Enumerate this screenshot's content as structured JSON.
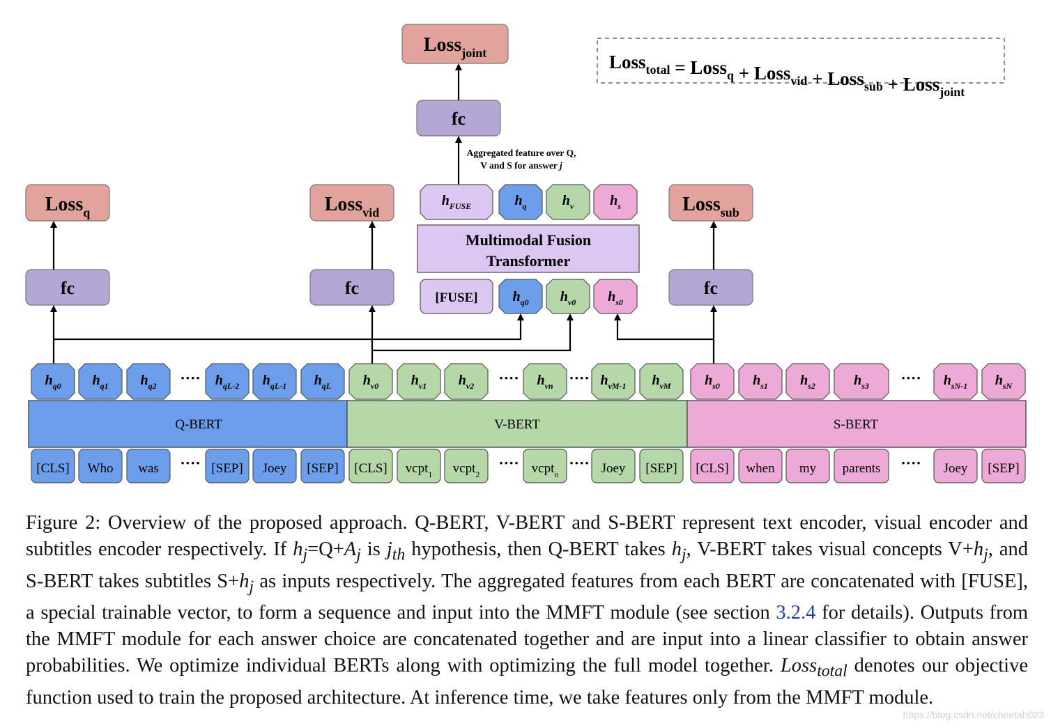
{
  "colors": {
    "blue": "#6d9eeb",
    "green": "#b6d7a8",
    "pink": "#eeaad6",
    "loss": "#e2a39c",
    "fc": "#b4a7d6",
    "lavender": "#dcc6f2"
  },
  "losses": {
    "q_main": "Loss",
    "q_sub": "q",
    "vid_main": "Loss",
    "vid_sub": "vid",
    "sub_main": "Loss",
    "sub_sub": "sub",
    "joint_main": "Loss",
    "joint_sub": "joint"
  },
  "fc": {
    "label": "fc"
  },
  "formula": [
    {
      "t": "Loss",
      "s": "total"
    },
    {
      "t": " = "
    },
    {
      "t": "Loss",
      "s": "q"
    },
    {
      "t": " + "
    },
    {
      "t": "Loss",
      "s": "vid"
    },
    {
      "t": " + "
    },
    {
      "t": "Loss",
      "s": "sub"
    },
    {
      "t": " + "
    },
    {
      "t": "Loss",
      "s": "joint"
    }
  ],
  "aggregated_note": {
    "line1": "Aggregated feature over Q,",
    "line2_a": "V and S for answer ",
    "line2_b": "j"
  },
  "fusion": {
    "title_line1": "Multimodal Fusion",
    "title_line2": "Transformer",
    "fuse_token": "[FUSE]",
    "outputs": [
      {
        "main": "h",
        "sub": "FUSE"
      },
      {
        "main": "h",
        "sub": "q"
      },
      {
        "main": "h",
        "sub": "v"
      },
      {
        "main": "h",
        "sub": "s"
      }
    ],
    "inputs": [
      {
        "main": "h",
        "sub": "q0"
      },
      {
        "main": "h",
        "sub": "v0"
      },
      {
        "main": "h",
        "sub": "s0"
      }
    ]
  },
  "encoders": {
    "q": "Q-BERT",
    "v": "V-BERT",
    "s": "S-BERT"
  },
  "hidden": {
    "q": [
      {
        "sub": "q0"
      },
      {
        "sub": "q1"
      },
      {
        "sub": "q2"
      },
      {
        "sub": "qL-2"
      },
      {
        "sub": "qL-1"
      },
      {
        "sub": "qL"
      }
    ],
    "v": [
      {
        "sub": "v0"
      },
      {
        "sub": "v1"
      },
      {
        "sub": "v2"
      },
      {
        "sub": "vn"
      },
      {
        "sub": "vM-1"
      },
      {
        "sub": "vM"
      }
    ],
    "s": [
      {
        "sub": "s0"
      },
      {
        "sub": "s1"
      },
      {
        "sub": "s2"
      },
      {
        "sub": "s3"
      },
      {
        "sub": "sN-1"
      },
      {
        "sub": "sN"
      }
    ]
  },
  "tokens": {
    "q": [
      {
        "t": "[CLS]"
      },
      {
        "t": "Who"
      },
      {
        "t": "was"
      },
      {
        "t": "[SEP]"
      },
      {
        "t": "Joey"
      },
      {
        "t": "[SEP]"
      }
    ],
    "v": [
      {
        "t": "[CLS]"
      },
      {
        "t": "vcpt",
        "s": "1"
      },
      {
        "t": "vcpt",
        "s": "2"
      },
      {
        "t": "vcpt",
        "s": "n"
      },
      {
        "t": "Joey"
      },
      {
        "t": "[SEP]"
      }
    ],
    "s": [
      {
        "t": "[CLS]"
      },
      {
        "t": "when"
      },
      {
        "t": "my"
      },
      {
        "t": "parents"
      },
      {
        "t": "Joey"
      },
      {
        "t": "[SEP]"
      }
    ]
  },
  "ellipsis": "····",
  "caption": {
    "p1": "Figure 2: Overview of the proposed approach. Q-BERT, V-BERT and S-BERT represent text encoder, visual encoder and subtitles encoder respectively. If ",
    "hj": "h",
    "j": "j",
    "eq": "=Q+",
    "A": "A",
    "is": " is ",
    "th": "th",
    "p2": " hypothesis, then Q-BERT takes ",
    "p3": ", V-BERT takes visual concepts V+",
    "p4": ", and S-BERT takes subtitles S+",
    "p5": " as inputs respectively. The aggregated features from each BERT are concatenated with [FUSE], a special trainable vector, to form a sequence and input into the MMFT module (see section ",
    "ref": "3.2.4",
    "p6": " for details). Outputs from the MMFT module for each answer choice are concatenated together and are input into a linear classifier to obtain answer probabilities.  We optimize individual BERTs along with optimizing the full model together. ",
    "loss": "Loss",
    "total": "total",
    "p7": " denotes our objective function used to train the proposed architecture. At inference time, we take features only from the MMFT module."
  },
  "watermark": "https://blog.csdn.net/cheetah023"
}
